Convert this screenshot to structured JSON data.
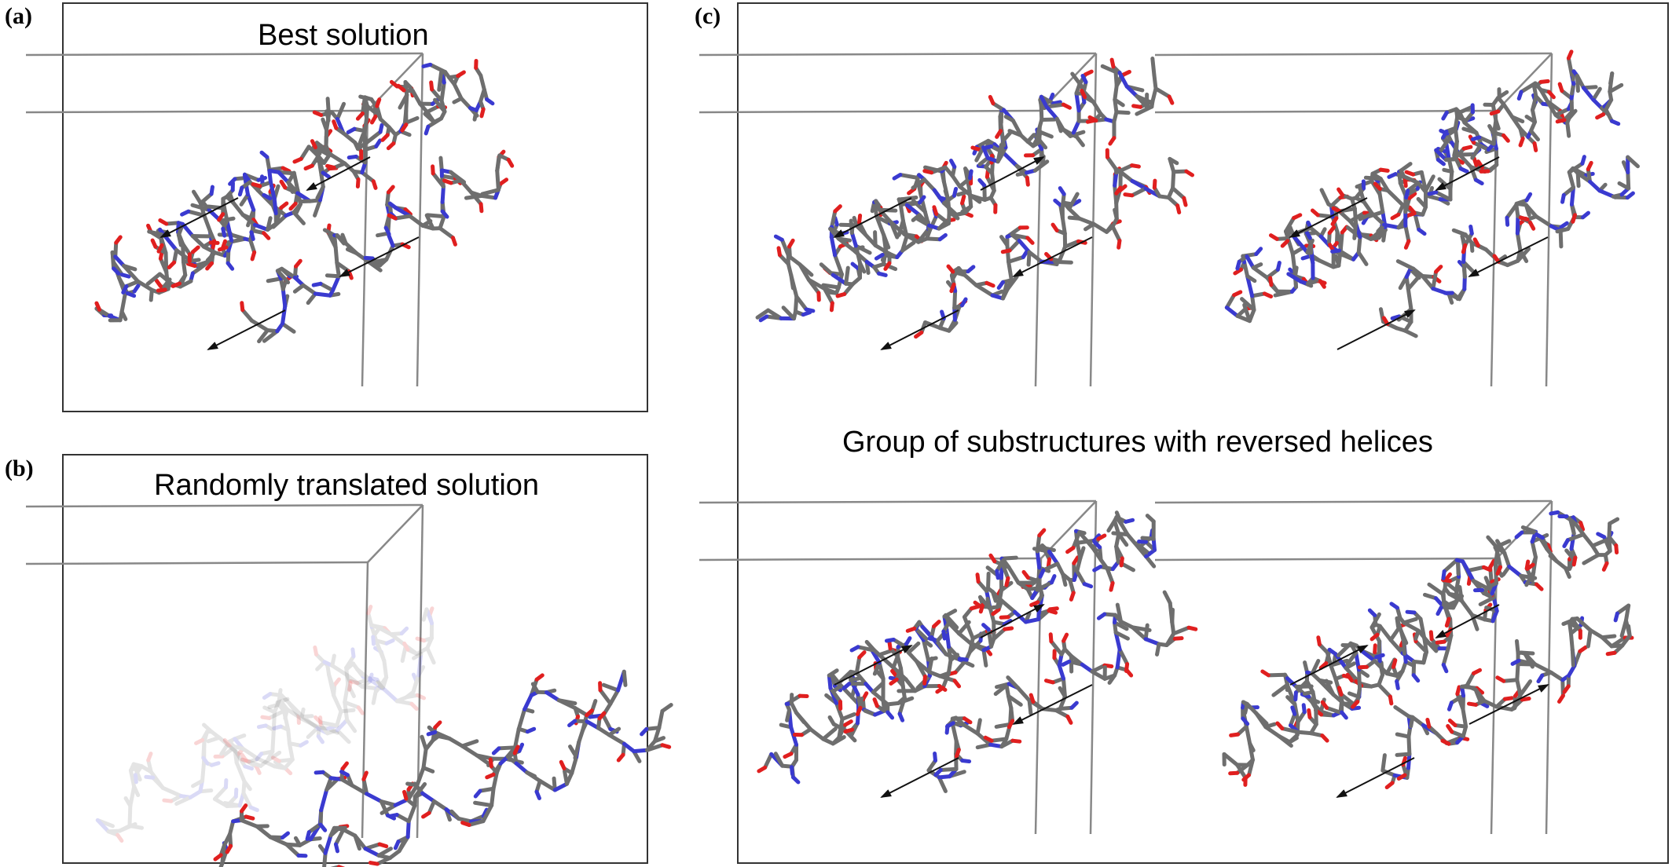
{
  "panels": {
    "a": {
      "letter": "(a)",
      "title": "Best solution"
    },
    "b": {
      "letter": "(b)",
      "title": "Randomly translated solution"
    },
    "c": {
      "letter": "(c)",
      "caption": "Group of substructures with reversed helices"
    }
  },
  "colors": {
    "carbon": "#6e6e6e",
    "nitrogen": "#3a3ad0",
    "oxygen": "#e01f1f",
    "cell_line": "#888888",
    "arrow": "#111111",
    "frame": "#333333"
  }
}
